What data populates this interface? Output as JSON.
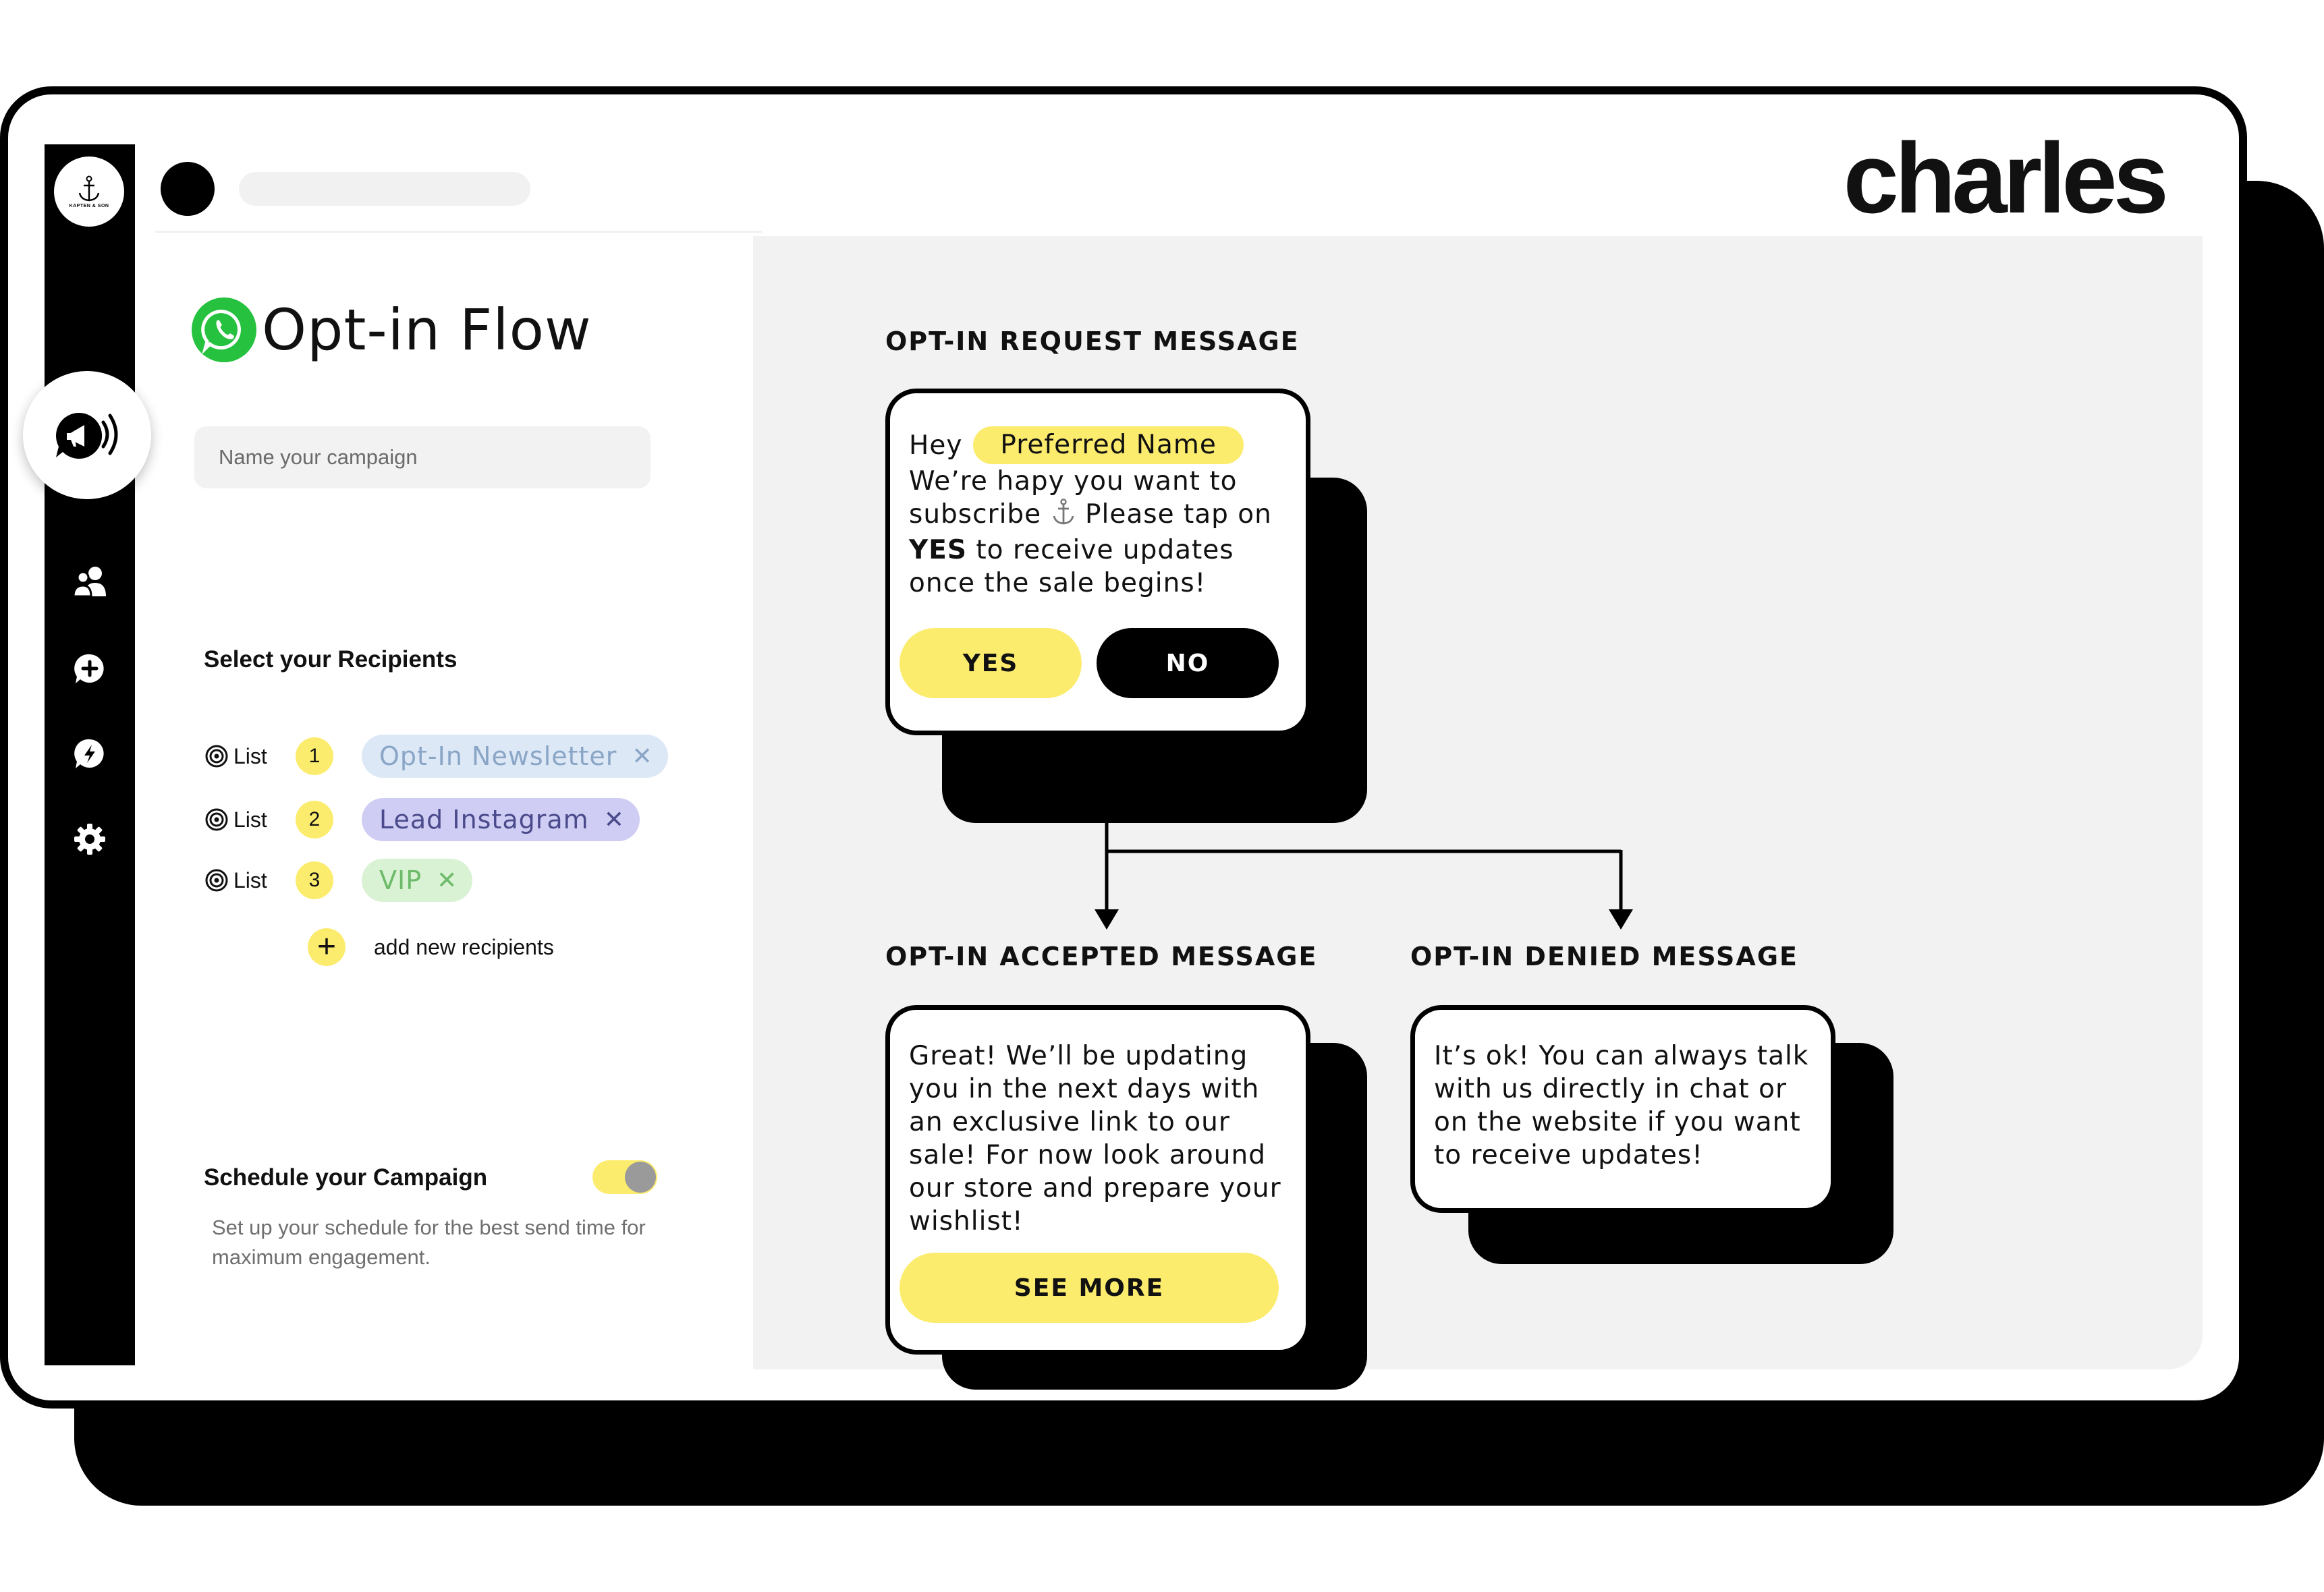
{
  "brand": {
    "logo_text": "charles",
    "workspace_name": "KAPTEN & SON"
  },
  "sidebar": {
    "items": [
      {
        "icon": "chat-bubbles-icon"
      },
      {
        "icon": "megaphone-icon",
        "active": true
      },
      {
        "icon": "contacts-icon"
      },
      {
        "icon": "add-chat-icon"
      },
      {
        "icon": "automation-bolt-icon"
      },
      {
        "icon": "gear-icon"
      }
    ]
  },
  "campaign": {
    "title": "Opt-in Flow",
    "name_placeholder": "Name your campaign",
    "recipients_heading": "Select your Recipients",
    "recipients": [
      {
        "label": "List",
        "number": "1",
        "tag": "Opt-In Newsletter",
        "tag_bg": "#dde8f6",
        "tag_color": "#8aa6c6"
      },
      {
        "label": "List",
        "number": "2",
        "tag": "Lead Instagram",
        "tag_bg": "#cfcdf3",
        "tag_color": "#4a4a8c"
      },
      {
        "label": "List",
        "number": "3",
        "tag": "VIP",
        "tag_bg": "#d9f2d3",
        "tag_color": "#6dbb6a"
      }
    ],
    "add_recipients_label": "add new recipients",
    "schedule_heading": "Schedule your Campaign",
    "schedule_description": "Set up your schedule for the best send time for maximum engagement.",
    "schedule_enabled": true
  },
  "flow": {
    "request": {
      "heading": "OPT-IN REQUEST MESSAGE",
      "greeting": "Hey",
      "placeholder_name": "Preferred Name",
      "line1": "We’re hapy you want to",
      "line2_before": "subscribe",
      "line2_after": "Please tap on",
      "line3_bold": "YES",
      "line3_rest": "to receive updates",
      "line4": "once the sale begins!",
      "yes_label": "YES",
      "no_label": "NO"
    },
    "accepted": {
      "heading": "OPT-IN ACCEPTED MESSAGE",
      "lines": [
        "Great! We’ll be updating",
        "you in the next days with",
        "an exclusive link to our",
        "sale! For now look around",
        "our store and prepare your",
        "wishlist!"
      ],
      "button_label": "SEE MORE"
    },
    "denied": {
      "heading": "OPT-IN DENIED MESSAGE",
      "lines": [
        "It’s ok! You can always talk",
        "with us directly in chat or",
        "on the website if you want",
        "to receive updates!"
      ]
    }
  },
  "colors": {
    "accent_yellow": "#fcec6e",
    "panel_gray": "#f2f2f2",
    "whatsapp_green": "#25c13f"
  }
}
